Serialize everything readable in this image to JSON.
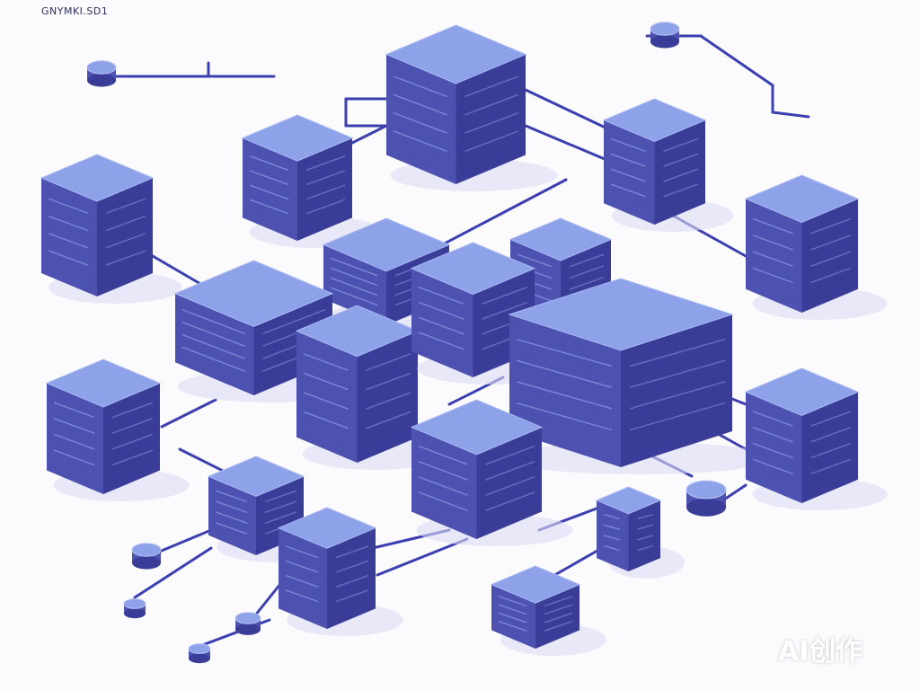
{
  "header": {
    "title": "GNYMKI.SD1"
  },
  "watermark": "AI创作",
  "colors": {
    "top_face": "#8ea2ea",
    "left_face": "#4d52b0",
    "right_face": "#3a3d98",
    "connector": "#3b3fb0",
    "shadow": "#dcdcf3"
  },
  "diagram": {
    "node_count": 18,
    "icons": [
      "database-node-icon",
      "server-cube-icon",
      "router-disc-icon",
      "cylinder-storage-icon"
    ]
  }
}
